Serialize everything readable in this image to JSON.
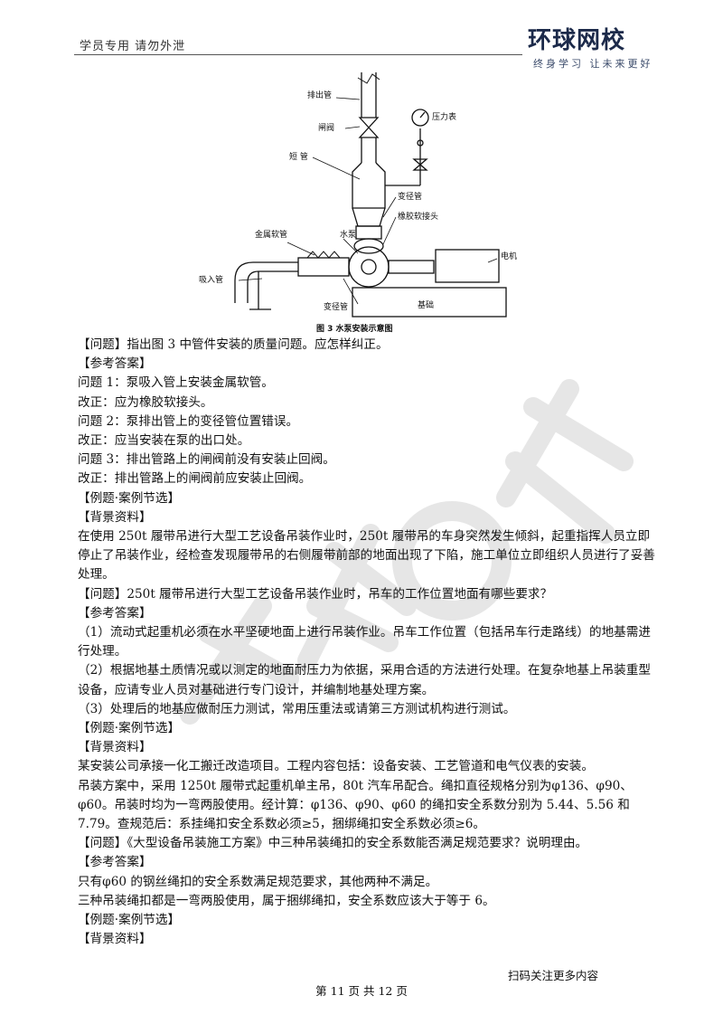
{
  "header": {
    "left_text": "学员专用  请勿外泄"
  },
  "logo": {
    "main": "环球网校",
    "sub": "终身学习  让未来更好"
  },
  "figure": {
    "caption": "图 3   水泵安装示意图",
    "labels": {
      "discharge_pipe": "排出管",
      "gate_valve": "闸阀",
      "pressure_gauge": "压力表",
      "segment_pipe": "短  管",
      "reducer_upper": "变径管",
      "rubber_joint": "橡胶软接头",
      "metal_hose": "金属软管",
      "pump": "水泵",
      "motor": "电机",
      "suction_pipe": "吸入管",
      "reducer_lower": "变径管",
      "foundation": "基础"
    }
  },
  "body": {
    "paragraphs": [
      "【问题】指出图 3 中管件安装的质量问题。应怎样纠正。",
      "【参考答案】",
      "问题 1：泵吸入管上安装金属软管。",
      "改正：应为橡胶软接头。",
      "问题 2：泵排出管上的变径管位置错误。",
      "改正：应当安装在泵的出口处。",
      "问题 3：排出管路上的闸阀前没有安装止回阀。",
      "改正：排出管路上的闸阀前应安装止回阀。",
      "【例题·案例节选】",
      "【背景资料】",
      "在使用 250t 履带吊进行大型工艺设备吊装作业时，250t 履带吊的车身突然发生倾斜，起重指挥人员立即停止了吊装作业，经检查发现履带吊的右侧履带前部的地面出现了下陷，施工单位立即组织人员进行了妥善处理。",
      "【问题】250t 履带吊进行大型工艺设备吊装作业时，吊车的工作位置地面有哪些要求？",
      "【参考答案】",
      "（1）流动式起重机必须在水平坚硬地面上进行吊装作业。吊车工作位置（包括吊车行走路线）的地基需进行处理。",
      "（2）根据地基土质情况或以测定的地面耐压力为依据，采用合适的方法进行处理。在复杂地基上吊装重型设备，应请专业人员对基础进行专门设计，并编制地基处理方案。",
      "（3）处理后的地基应做耐压力测试，常用压重法或请第三方测试机构进行测试。",
      "【例题·案例节选】",
      "【背景资料】",
      "某安装公司承接一化工搬迁改造项目。工程内容包括：设备安装、工艺管道和电气仪表的安装。",
      "吊装方案中，采用 1250t 履带式起重机单主吊，80t 汽车吊配合。绳扣直径规格分别为φ136、φ90、φ60。吊装时均为一弯两股使用。经计算：φ136、φ90、φ60 的绳扣安全系数分别为 5.44、5.56 和 7.79。查规范后：系挂绳扣安全系数必须≥5，捆绑绳扣安全系数必须≥6。",
      "【问题】《大型设备吊装施工方案》中三种吊装绳扣的安全系数能否满足规范要求？说明理由。",
      "【参考答案】",
      "只有φ60 的钢丝绳扣的安全系数满足规范要求，其他两种不满足。",
      "三种吊装绳扣都是一弯两股使用，属于捆绑绳扣，安全系数应该大于等于 6。",
      "【例题·案例节选】",
      "【背景资料】"
    ]
  },
  "footer": {
    "qr_text": "扫码关注更多内容",
    "page": "第 11 页 共 12 页"
  }
}
